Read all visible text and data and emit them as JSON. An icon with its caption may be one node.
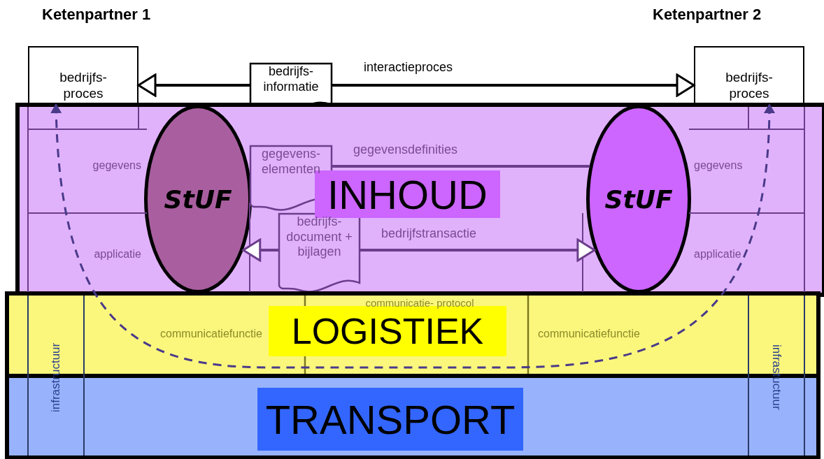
{
  "diagram": {
    "nodes": [
      {
        "text": [
          "bedrijfs- proces"
        ]
      },
      {
        "text": [
          "bedrijfs- informatie"
        ]
      },
      {
        "text": [
          "bedrijfs- proces"
        ]
      },
      {
        "text": [
          "INHOUD"
        ]
      },
      {
        "text": [
          "gegevens"
        ],
        "in": 3
      },
      {
        "text": [
          "applicatie"
        ],
        "in": 3
      },
      {
        "text": [
          "StUF"
        ],
        "in": 3
      },
      {
        "text": [
          "gegevens- elementen"
        ],
        "in": 3
      },
      {
        "text": [
          "bedrijfs- document + bijlagen"
        ],
        "in": 3
      },
      {
        "text": [
          "StUF"
        ],
        "in": 3
      },
      {
        "text": [
          "gegevens"
        ],
        "in": 3
      },
      {
        "text": [
          "applicatie"
        ],
        "in": 3
      },
      {
        "text": [
          "LOGISTIEK"
        ]
      },
      {
        "text": [
          "infrastructuur"
        ]
      },
      {
        "text": [
          "communicatiefunctie"
        ],
        "in": 12
      },
      {
        "text": [
          "communicatie- protocol"
        ],
        "in": 12
      },
      {
        "text": [
          "communicatiefunctie"
        ],
        "in": 12
      },
      {
        "text": [
          "infrastuctuur"
        ]
      },
      {
        "text": [
          "TRANSPORT"
        ]
      }
    ],
    "edges": [
      {
        "from": 1,
        "to": 0,
        "arrow": "to",
        "color": "#000000"
      },
      {
        "from": 1,
        "to": 2,
        "arrow": "to",
        "label": "interactieproces",
        "color": "#000000"
      },
      {
        "from": 7,
        "to": 9,
        "arrow": "none",
        "label": "gegevensdefinities"
      },
      {
        "from": 8,
        "to": 6,
        "arrow": "to"
      },
      {
        "from": 8,
        "to": 9,
        "arrow": "to",
        "label": "bedrijfstransactie"
      },
      {
        "from": 0,
        "to": 2,
        "arrow": "both",
        "style": "dashed",
        "color": "#4a3a8a"
      }
    ],
    "labels": [
      "Ketenpartner 1",
      "Ketenpartner 2"
    ]
  }
}
